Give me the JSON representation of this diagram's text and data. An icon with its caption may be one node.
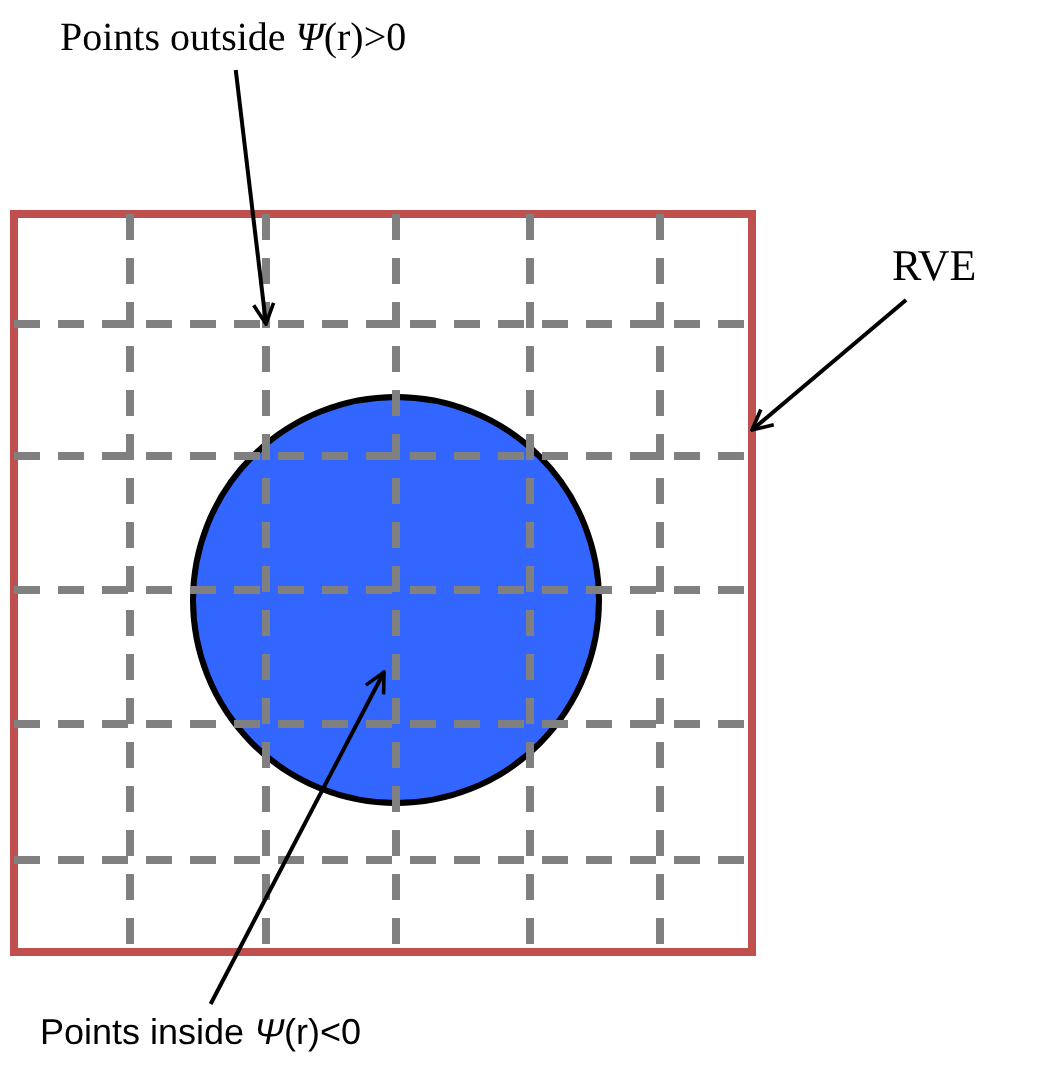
{
  "diagram": {
    "nodes": [
      {
        "text": [
          "Points outside *Ψ*(r)>0"
        ]
      },
      {
        "text": [
          "RVE"
        ]
      },
      {
        "text": [],
        "shape": "box"
      },
      {
        "text": [],
        "shape": "circle",
        "in": 2
      },
      {
        "text": [
          "Points inside *Ψ*(r)<0"
        ]
      }
    ],
    "edges": [
      {
        "from": 0,
        "to": 2,
        "arrow": "to"
      },
      {
        "from": 1,
        "to": 2,
        "arrow": "to"
      },
      {
        "from": 4,
        "to": 3,
        "arrow": "to"
      }
    ]
  }
}
